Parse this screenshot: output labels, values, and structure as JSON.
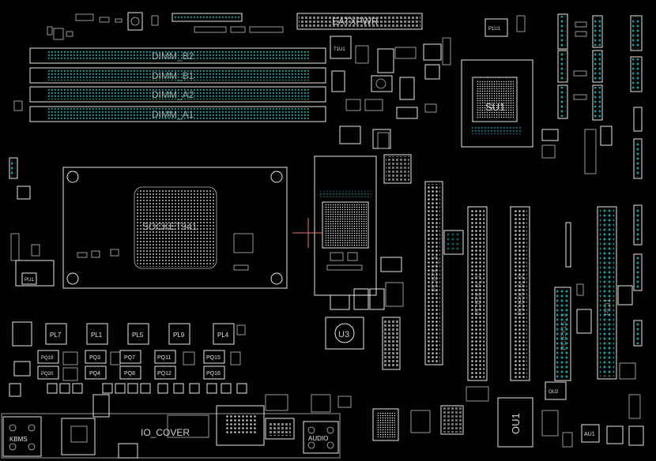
{
  "labels": {
    "socket": "SOCKET941",
    "eatxpwr": "EATXPWR",
    "io_cover": "IO_COVER",
    "kbms": "KBMS",
    "dimm_b2": "DIMM_B2",
    "dimm_b1": "DIMM_B1",
    "dimm_a2": "DIMM_A2",
    "dimm_a1": "DIMM_A1",
    "su1": "SU1",
    "u3": "U3",
    "ou1": "OU1",
    "au1": "AU1",
    "audio": "AUDIO",
    "pciex16_1": "PCIEX16_1",
    "pciex16_2": "PCIEX16_2",
    "pciex16_3": "PCIEX16_3",
    "pciex1_1": "PCIEX1_1",
    "pci1": "PCI1",
    "pl7": "PL7",
    "pl1": "PL1",
    "pl5": "PL5",
    "pl9": "PL9",
    "pl4": "PL4",
    "pq3": "PQ3",
    "pq7": "PQ7",
    "pq11": "PQ11",
    "pq15": "PQ15",
    "pq4": "PQ4",
    "pq8": "PQ8",
    "pq12": "PQ12",
    "pq16": "PQ16",
    "pq19": "PQ19",
    "pq20": "PQ20",
    "t1u1": "T1U1",
    "p1u1": "P1U1",
    "ou2": "OU2",
    "pu1": "PU1"
  },
  "colors": {
    "background": "#000000",
    "outline": "#e8e8e8",
    "pin_cyan": "#1e9c9c",
    "crosshair": "#e07a80"
  }
}
